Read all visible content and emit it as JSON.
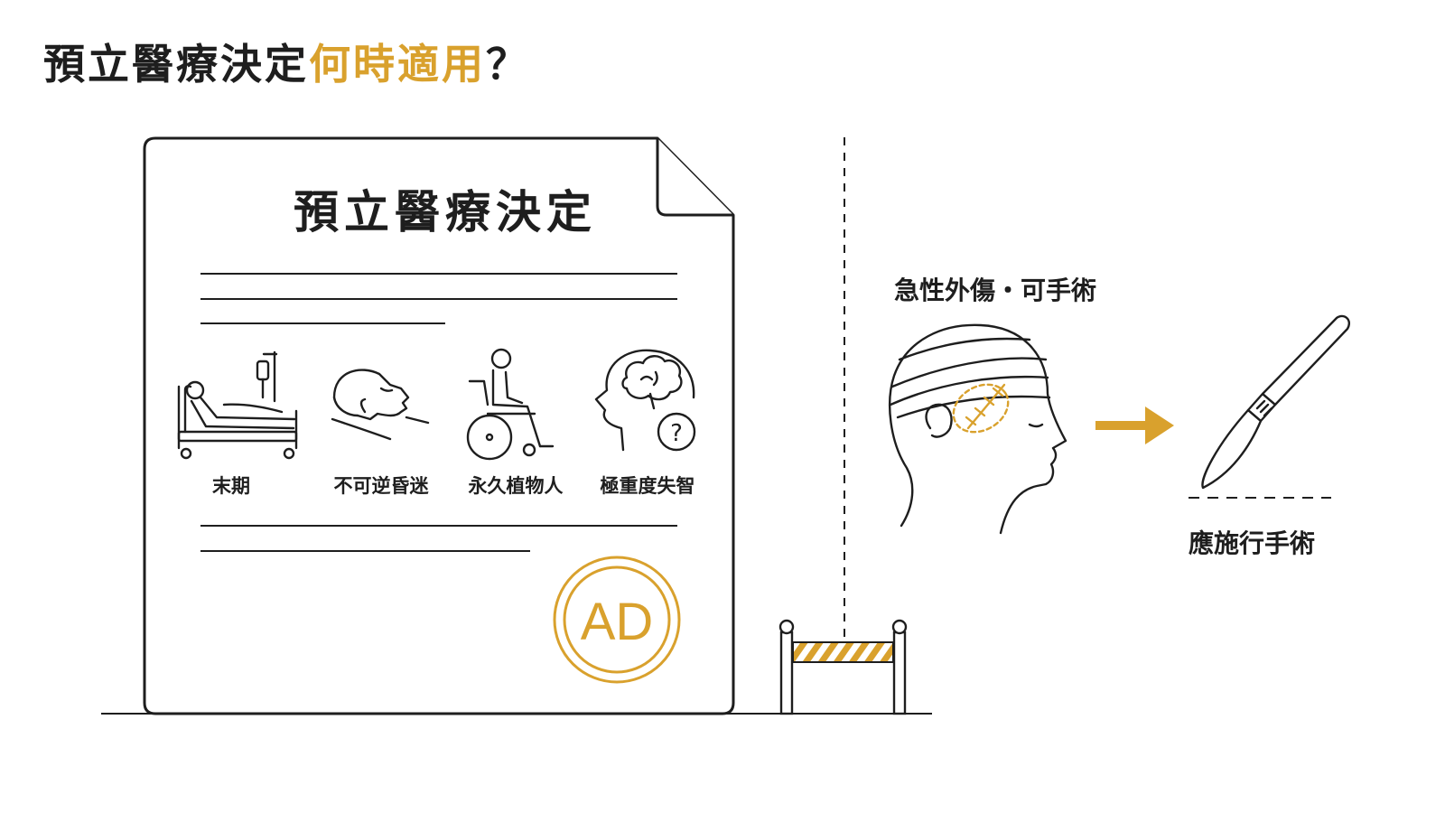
{
  "title": {
    "part1": "預立醫療決定",
    "highlight": "何時適用",
    "question_mark": "？"
  },
  "document": {
    "heading": "預立醫療決定",
    "stamp": "AD",
    "conditions": [
      {
        "label": "末期",
        "icon": "hospital-bed-iv-icon"
      },
      {
        "label": "不可逆昏迷",
        "icon": "comatose-patient-icon"
      },
      {
        "label": "永久植物人",
        "icon": "wheelchair-person-icon"
      },
      {
        "label": "極重度失智",
        "icon": "brain-question-icon"
      }
    ]
  },
  "right_panel": {
    "case_label": "急性外傷・可手術",
    "result_label": "應施行手術",
    "icons": [
      "head-injury-icon",
      "arrow-right-icon",
      "scalpel-icon"
    ]
  },
  "barrier": {
    "icon": "barrier-rope-icon"
  },
  "colors": {
    "accent": "#d9a12d",
    "ink": "#1e1e1e",
    "background": "#ffffff"
  }
}
